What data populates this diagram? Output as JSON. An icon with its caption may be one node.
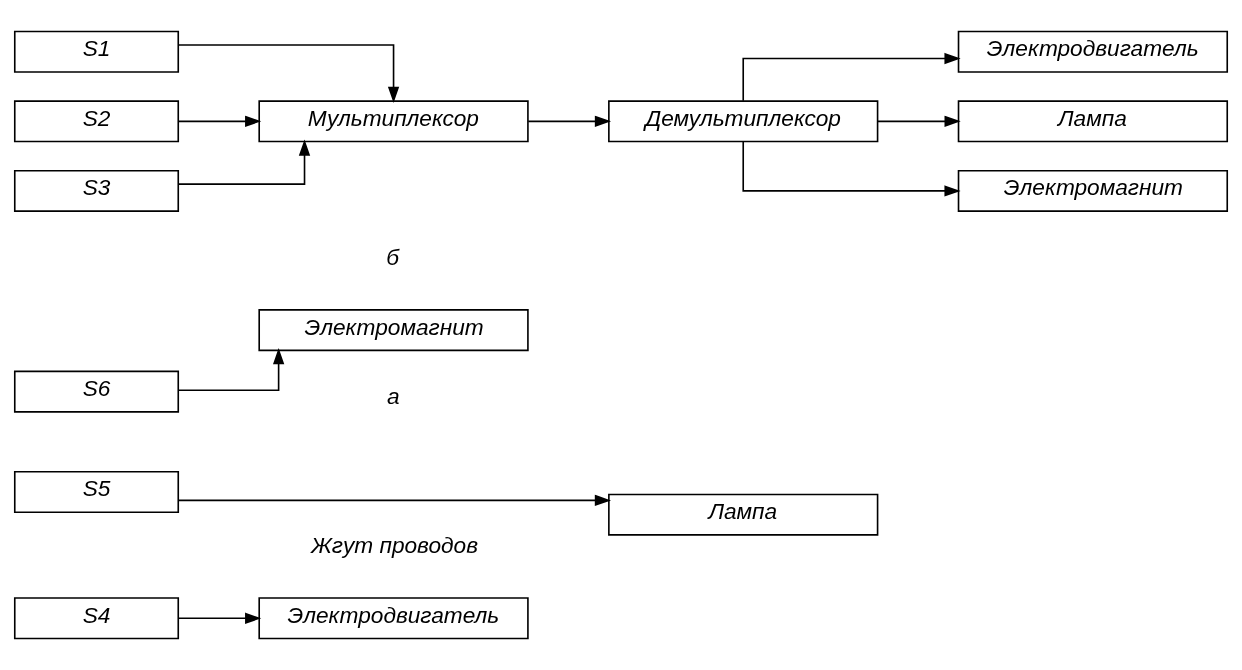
{
  "diagram": {
    "nodes": [
      {
        "text": [
          "S4"
        ]
      },
      {
        "text": [
          "Электродвигатель"
        ]
      },
      {
        "text": [
          "S5"
        ]
      },
      {
        "text": [
          "Лампа"
        ]
      },
      {
        "text": [
          "S6"
        ]
      },
      {
        "text": [
          "Электромагнит"
        ]
      },
      {
        "text": [
          "S1"
        ]
      },
      {
        "text": [
          "S2"
        ]
      },
      {
        "text": [
          "S3"
        ]
      },
      {
        "text": [
          "Мультиплексор"
        ]
      },
      {
        "text": [
          "Демультиплексор"
        ]
      },
      {
        "text": [
          "Электродвигатель"
        ]
      },
      {
        "text": [
          "Лампа"
        ]
      },
      {
        "text": [
          "Электромагнит"
        ]
      }
    ],
    "edges": [
      {
        "from": 0,
        "to": 1,
        "arrow": "to"
      },
      {
        "from": 2,
        "to": 3,
        "arrow": "to"
      },
      {
        "from": 4,
        "to": 5,
        "arrow": "to"
      },
      {
        "from": 6,
        "to": 9,
        "arrow": "to"
      },
      {
        "from": 7,
        "to": 9,
        "arrow": "to"
      },
      {
        "from": 8,
        "to": 9,
        "arrow": "to"
      },
      {
        "from": 9,
        "to": 10,
        "arrow": "to"
      },
      {
        "from": 10,
        "to": 11,
        "arrow": "to"
      },
      {
        "from": 10,
        "to": 12,
        "arrow": "to"
      },
      {
        "from": 10,
        "to": 13,
        "arrow": "to"
      }
    ],
    "labels": [
      "Жгут проводов",
      "а",
      "б"
    ]
  }
}
